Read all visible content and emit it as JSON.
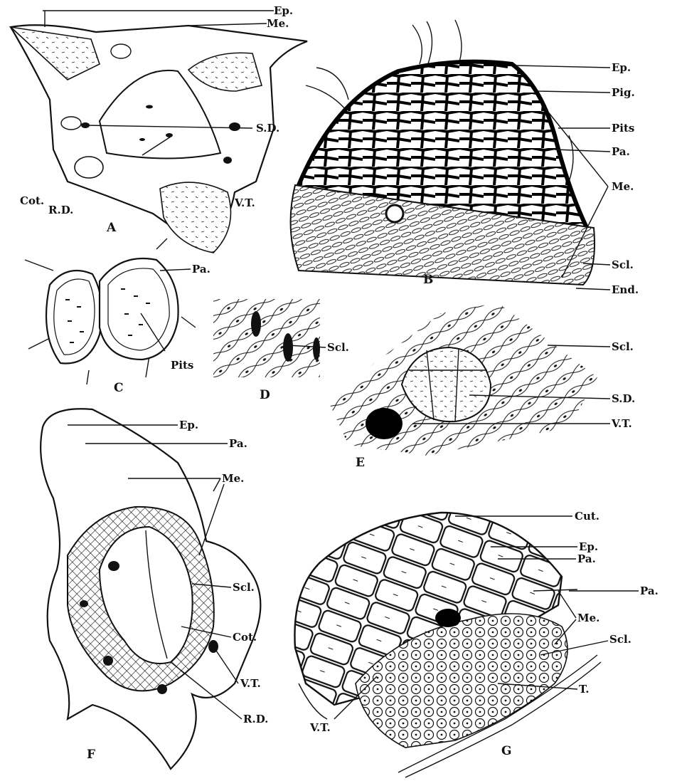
{
  "colors": {
    "ink": "#111111",
    "paper": "#ffffff",
    "tissue_fill": "#f4f4f4"
  },
  "panels": {
    "A": {
      "letter": "A",
      "labels": {
        "ep": "Ep.",
        "me": "Me.",
        "sd": "S.D.",
        "cot": "Cot.",
        "rd": "R.D.",
        "vt": "V.T."
      }
    },
    "B": {
      "letter": "B",
      "labels": {
        "ep": "Ep.",
        "pig": "Pig.",
        "pits": "Pits",
        "pa": "Pa.",
        "me": "Me.",
        "scl": "Scl.",
        "end": "End."
      }
    },
    "C": {
      "letter": "C",
      "labels": {
        "pa": "Pa.",
        "pits": "Pits"
      }
    },
    "D": {
      "letter": "D",
      "labels": {
        "scl": "Scl."
      }
    },
    "E": {
      "letter": "E",
      "labels": {
        "scl": "Scl.",
        "sd": "S.D.",
        "vt": "V.T."
      }
    },
    "F": {
      "letter": "F",
      "labels": {
        "ep": "Ep.",
        "pa": "Pa.",
        "me": "Me.",
        "scl": "Scl.",
        "cot": "Cot.",
        "vt": "V.T.",
        "rd": "R.D."
      }
    },
    "G": {
      "letter": "G",
      "labels": {
        "cut": "Cut.",
        "ep": "Ep.",
        "pa1": "Pa.",
        "pa2": "Pa.",
        "me": "Me.",
        "scl": "Scl.",
        "vt": "V.T.",
        "t": "T."
      }
    }
  }
}
